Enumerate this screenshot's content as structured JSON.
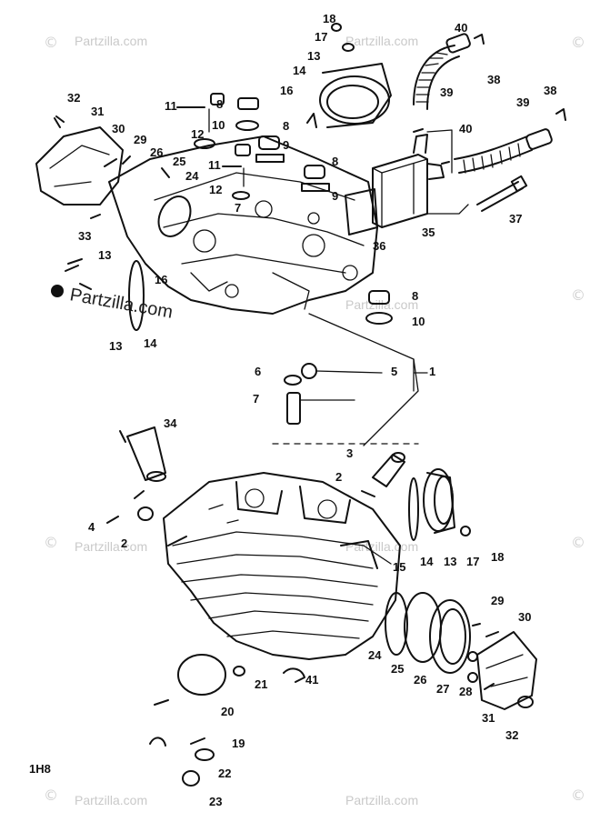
{
  "watermark": {
    "text": "Partzilla.com",
    "copyright_symbol": "©"
  },
  "callouts": [
    "18",
    "17",
    "13",
    "14",
    "16",
    "40",
    "38",
    "39",
    "40",
    "38",
    "39",
    "32",
    "31",
    "30",
    "29",
    "26",
    "25",
    "24",
    "11",
    "8",
    "10",
    "12",
    "8",
    "9",
    "11",
    "8",
    "12",
    "7",
    "9",
    "36",
    "35",
    "37",
    "33",
    "13",
    "16",
    "13",
    "14",
    "8",
    "10",
    "6",
    "5",
    "1",
    "7",
    "34",
    "3",
    "2",
    "4",
    "2",
    "15",
    "14",
    "13",
    "17",
    "18",
    "29",
    "30",
    "24",
    "25",
    "26",
    "27",
    "28",
    "31",
    "32",
    "21",
    "41",
    "20",
    "19",
    "22",
    "23"
  ],
  "corner_mark": "1H8"
}
